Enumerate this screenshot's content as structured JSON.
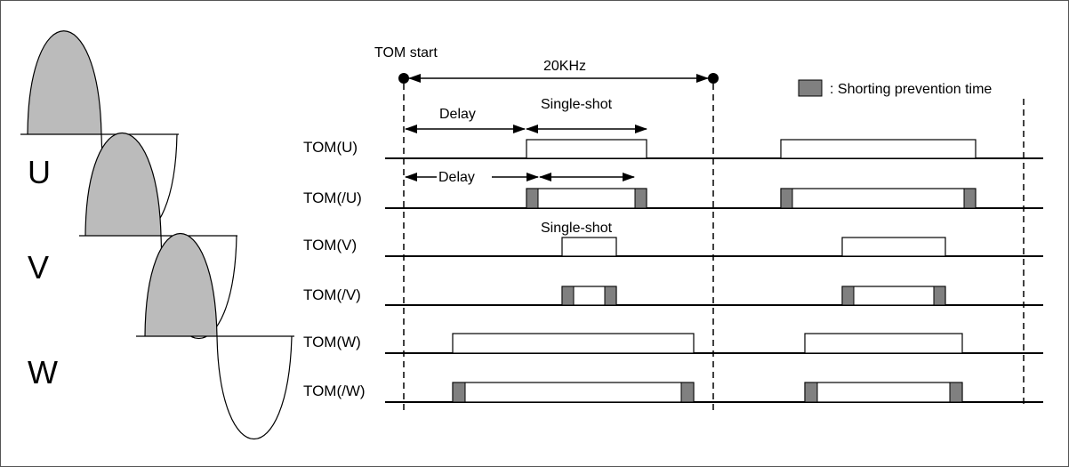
{
  "phases": [
    {
      "label": "U"
    },
    {
      "label": "V"
    },
    {
      "label": "W"
    }
  ],
  "timing": {
    "tom_start_label": "TOM start",
    "period_label": "20KHz",
    "delay_label": "Delay",
    "delay_label_2": "Delay",
    "single_shot_label": "Single-shot",
    "single_shot_label_2": "Single-shot",
    "legend_label": ": Shorting prevention time",
    "legend_color": "#808080",
    "rows": [
      {
        "label": "TOM(U)"
      },
      {
        "label": "TOM(/U)"
      },
      {
        "label": "TOM(V)"
      },
      {
        "label": "TOM(/V)"
      },
      {
        "label": "TOM(W)"
      },
      {
        "label": "TOM(/W)"
      }
    ]
  }
}
